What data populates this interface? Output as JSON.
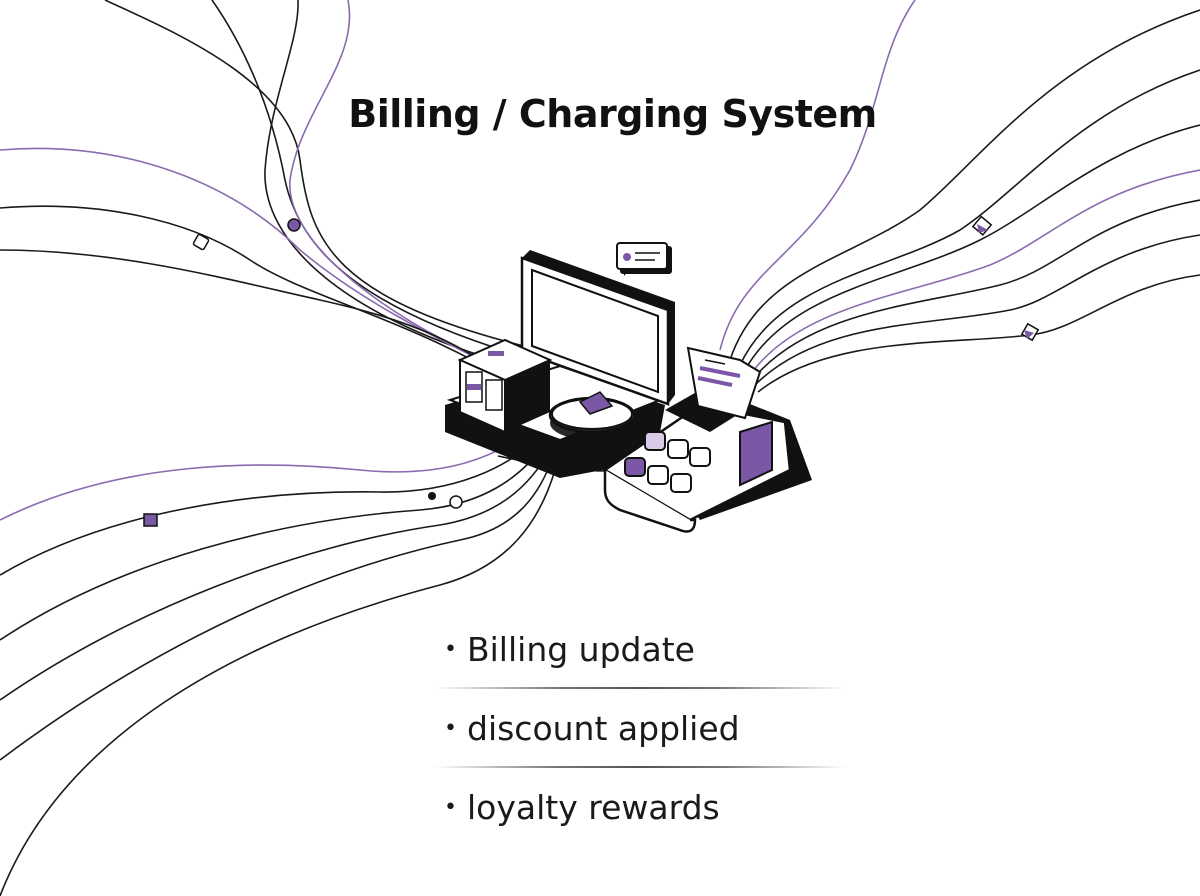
{
  "title": "Billing / Charging System",
  "items": [
    {
      "label": "Billing update"
    },
    {
      "label": "discount applied"
    },
    {
      "label": "loyalty rewards"
    }
  ],
  "colors": {
    "ink": "#111111",
    "accent": "#7b58a6",
    "accent_light": "#d9cbe8",
    "line": "#222222",
    "line_accent": "#8a6bb0"
  },
  "illustration": {
    "icons": [
      "monitor-icon",
      "receipt-printer-icon",
      "keypad-icon",
      "chat-bubble-icon",
      "storage-box-icon",
      "keyboard-icon"
    ]
  }
}
